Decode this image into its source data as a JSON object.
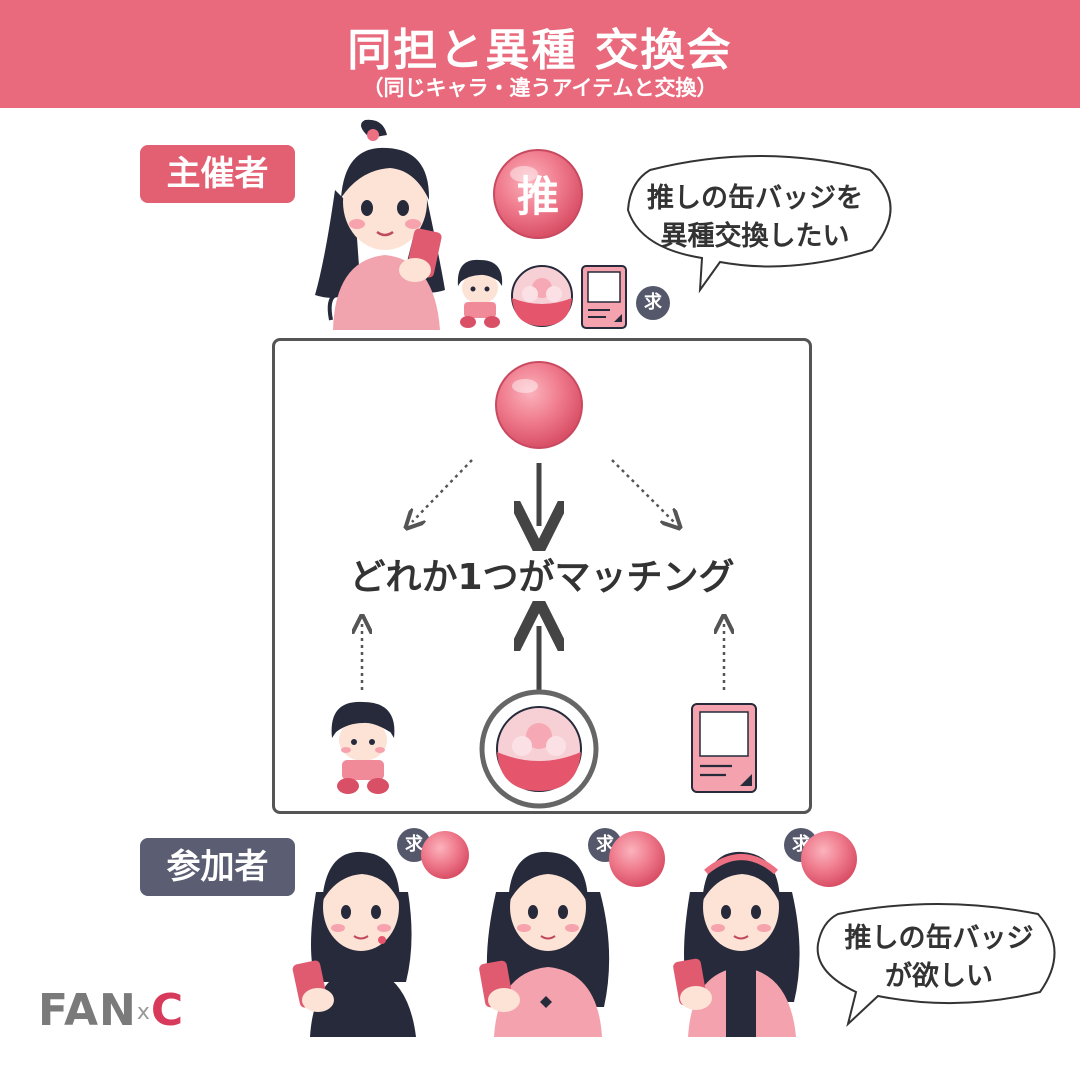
{
  "header": {
    "title": "同担と異種 交換会",
    "subtitle": "（同じキャラ・違うアイテムと交換）"
  },
  "roles": {
    "host": "主催者",
    "participant": "参加者"
  },
  "badge": {
    "oshi": "推",
    "kyu": "求"
  },
  "bubbles": {
    "host_line1": "推しの缶バッジを",
    "host_line2": "異種交換したい",
    "participant_line1": "推しの缶バッジ",
    "participant_line2": "が欲しい"
  },
  "match": {
    "label": "どれか1つがマッチング"
  },
  "logo": {
    "fan": "FAN",
    "x": "x",
    "c": "C"
  },
  "colors": {
    "banner": "#e96a7c",
    "host_tag": "#e35f72",
    "participant_tag": "#5b5e73",
    "badge_pink": "#ec6f82",
    "frame_gray": "#555555"
  }
}
